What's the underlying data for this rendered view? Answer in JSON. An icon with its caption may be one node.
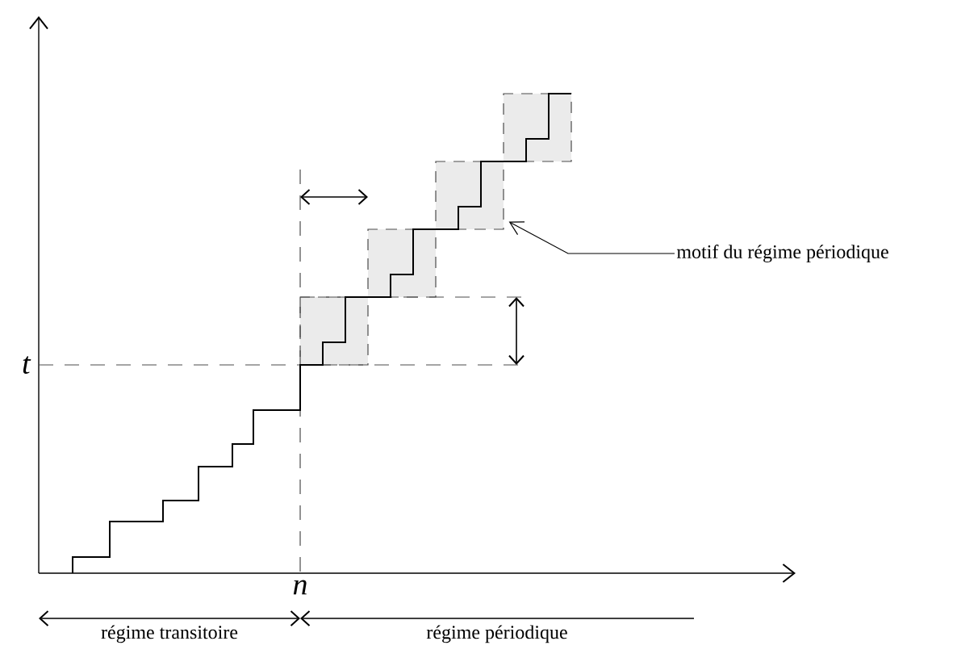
{
  "diagram": {
    "nodes": [
      {
        "text": [
          "motif du régime périodique"
        ]
      },
      {
        "text": [],
        "shape": "box"
      },
      {
        "text": [],
        "shape": "box"
      },
      {
        "text": [],
        "shape": "box"
      },
      {
        "text": [],
        "shape": "box"
      }
    ],
    "edges": [
      {
        "from": 0,
        "to": 3,
        "arrow": "to"
      }
    ],
    "labels": [
      "t",
      "n",
      "régime transitoire",
      "régime périodique"
    ]
  }
}
